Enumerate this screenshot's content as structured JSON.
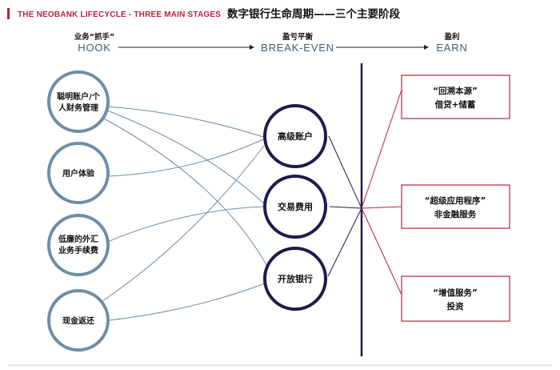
{
  "header": {
    "title_en": "THE NEOBANK LIFECYCLE - THREE MAIN STAGES",
    "title_zh": "数字银行生命周期——三个主要阶段"
  },
  "stages": {
    "hook": {
      "zh": "业务“抓手”",
      "en": "HOOK"
    },
    "breakeven": {
      "zh": "盈亏平衡",
      "en": "BREAK-EVEN"
    },
    "earn": {
      "zh": "盈利",
      "en": "EARN"
    }
  },
  "hook_nodes": [
    {
      "lines": [
        "聪明账户/个",
        "人财务管理"
      ]
    },
    {
      "lines": [
        "用户体验"
      ]
    },
    {
      "lines": [
        "低廉的外汇",
        "业务手续费"
      ]
    },
    {
      "lines": [
        "现金返还"
      ]
    }
  ],
  "breakeven_nodes": [
    {
      "label": "高级账户"
    },
    {
      "label": "交易费用"
    },
    {
      "label": "开放银行"
    }
  ],
  "earn_boxes": [
    {
      "lines": [
        "“回溯本源”",
        "借贷+储蓄"
      ]
    },
    {
      "lines": [
        "“超级应用程序”",
        "非金融服务"
      ]
    },
    {
      "lines": [
        "“增值服务”",
        "投资"
      ]
    }
  ],
  "colors": {
    "accent_red": "#b5263a",
    "hook_circle": "#6f8ea6",
    "breakeven_circle": "#1e1b4b",
    "divider_line": "#1e1b4b",
    "earn_box": "#b5263a"
  }
}
